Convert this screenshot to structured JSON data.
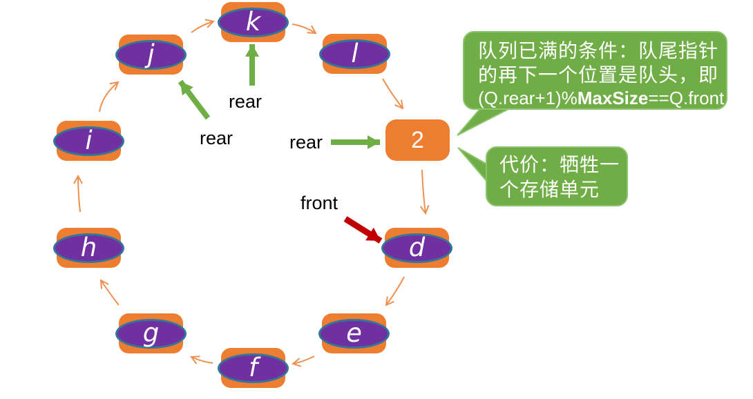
{
  "diagram": {
    "type": "circular-queue",
    "nodes": {
      "k": "k",
      "j": "j",
      "l": "l",
      "i": "i",
      "h": "h",
      "g": "g",
      "f": "f",
      "e": "e",
      "d": "d",
      "empty_slot": "2"
    },
    "pointers": {
      "rear_label_top": "rear",
      "rear_label_mid": "rear",
      "rear_label_right": "rear",
      "front_label": "front"
    },
    "bubbles": {
      "full_condition": {
        "line1": "队列已满的条件：队尾指针",
        "line2": "的再下一个位置是队头，即",
        "formula_pre": "(Q.rear+1)%",
        "formula_bold": "MaxSize",
        "formula_post": "==Q.front"
      },
      "cost": {
        "line1": "代价：牺牲一",
        "line2": "个存储单元"
      }
    },
    "colors": {
      "node_fill": "#ED7D31",
      "ellipse_fill": "#7030A0",
      "ellipse_border": "#34759B",
      "connector_arrow": "#ED9050",
      "rear_arrow_green": "#6FAE45",
      "front_arrow_red": "#C00000",
      "bubble_fill": "#70AD47",
      "bubble_border": "#8DC46E",
      "bubble_text": "#FFFFFF",
      "label_text": "#000000"
    }
  }
}
